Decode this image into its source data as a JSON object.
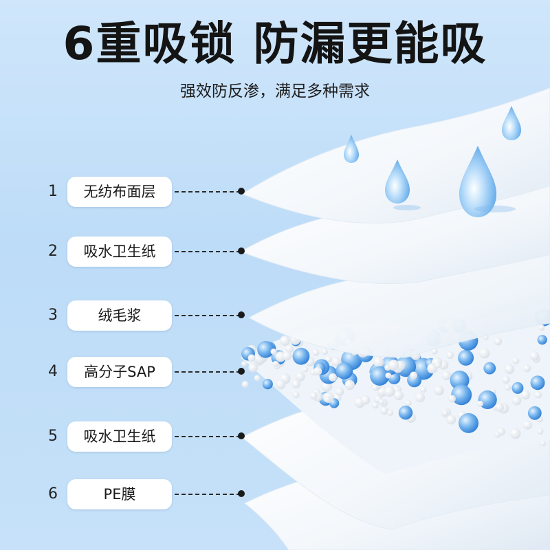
{
  "headline": {
    "title": "6重吸锁 防漏更能吸",
    "subtitle": "强效防反渗，满足多种需求"
  },
  "layers": [
    {
      "number": "1",
      "name": "无纺布面层"
    },
    {
      "number": "2",
      "name": "吸水卫生纸"
    },
    {
      "number": "3",
      "name": "绒毛浆"
    },
    {
      "number": "4",
      "name": "高分子SAP"
    },
    {
      "number": "5",
      "name": "吸水卫生纸"
    },
    {
      "number": "6",
      "name": "PE膜"
    }
  ],
  "colors": {
    "background": "#c6e1f9",
    "sheet": "#ffffff",
    "droplet": "#6fb3ec",
    "sap_bead": "#5aa1e4"
  },
  "icons": [
    "water-droplet-icon",
    "sap-bead-icon",
    "leader-dot-icon"
  ]
}
